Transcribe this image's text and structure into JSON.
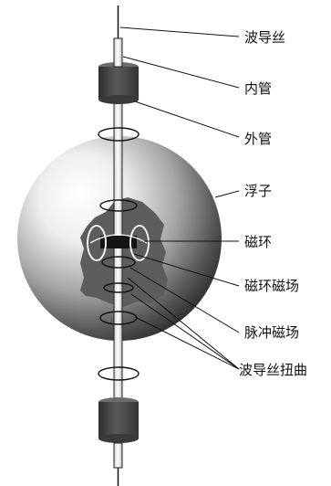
{
  "labels": {
    "waveguide_wire": "波导丝",
    "inner_tube": "内管",
    "outer_tube": "外管",
    "float": "浮子",
    "magnetic_ring": "磁环",
    "ring_field": "磁环磁场",
    "pulse_field": "脉冲磁场",
    "wire_torsion": "波导丝扭曲"
  },
  "colors": {
    "float_light": "#f2f2f2",
    "float_mid": "#a7a7a7",
    "float_dark": "#3e3e3e",
    "cutaway": "#5d5d5d",
    "block_fill": "#4a4a4a",
    "line": "#111111"
  }
}
